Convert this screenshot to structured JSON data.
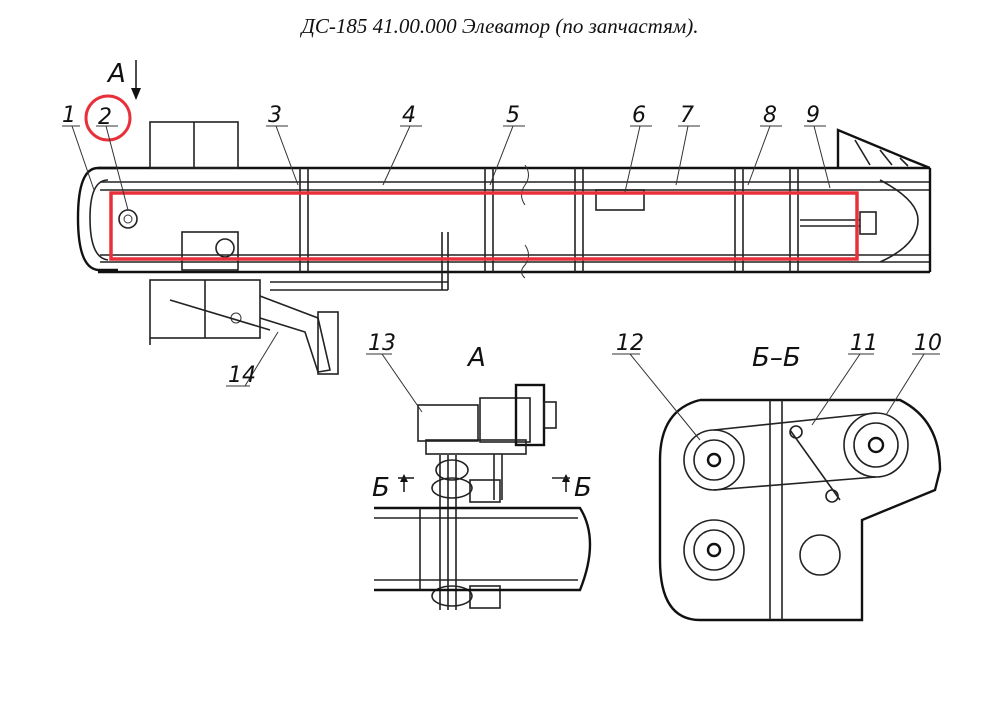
{
  "title": "ДС-185 41.00.000  Элеватор (по запчастям).",
  "labels": {
    "n1": "1",
    "n2": "2",
    "n3": "3",
    "n4": "4",
    "n5": "5",
    "n6": "6",
    "n7": "7",
    "n8": "8",
    "n9": "9",
    "n10": "10",
    "n11": "11",
    "n12": "12",
    "n13": "13",
    "n14": "14"
  },
  "views": {
    "view_a": "А",
    "view_a_main": "А",
    "section_bb": "Б–Б",
    "section_mark_left": "Б",
    "section_mark_right": "Б"
  },
  "highlight": {
    "color": "#e8303a"
  }
}
